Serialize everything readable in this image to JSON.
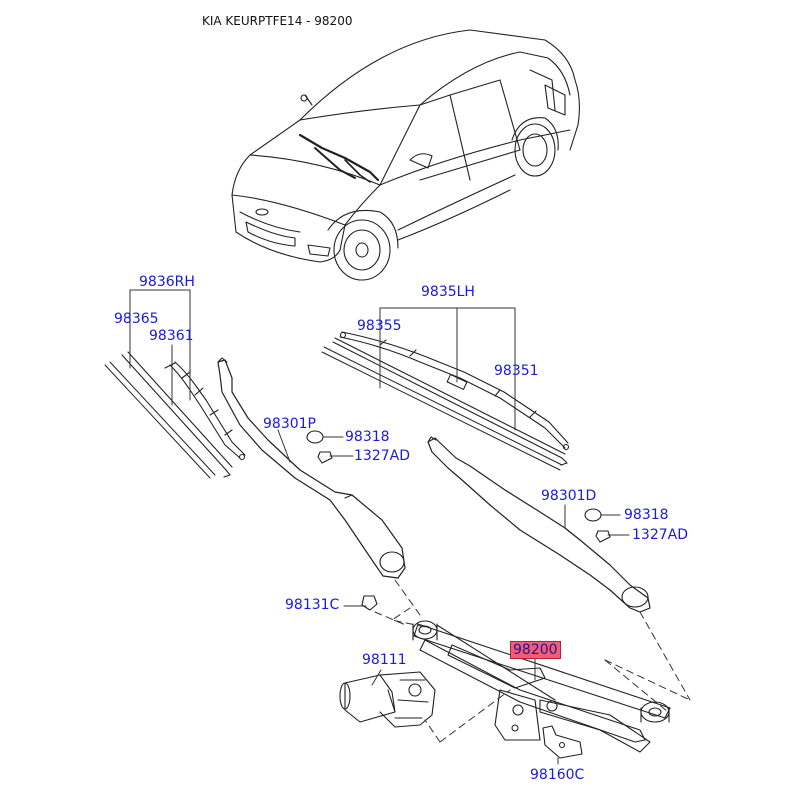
{
  "title": "KIA KEURPTFE14 - 98200",
  "highlight_color": "#f45b74",
  "label_color": "#1a1adc",
  "labels": {
    "p9836rh": "9836RH",
    "p98365": "98365",
    "p98361": "98361",
    "p9835lh": "9835LH",
    "p98355": "98355",
    "p98351": "98351",
    "p98301p": "98301P",
    "p98318a": "98318",
    "p1327ada": "1327AD",
    "p98301d": "98301D",
    "p98318b": "98318",
    "p1327adb": "1327AD",
    "p98131c": "98131C",
    "p98200": "98200",
    "p98111": "98111",
    "p98160c": "98160C"
  }
}
